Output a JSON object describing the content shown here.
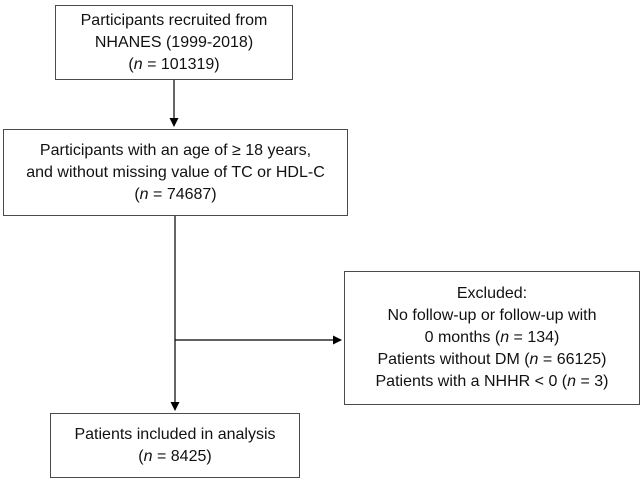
{
  "figure": {
    "background": "#ffffff",
    "border_color": "#4a4a4a",
    "arrow_color": "#000000"
  },
  "boxes": {
    "recruited": {
      "lines": [
        [
          {
            "t": "Participants recruited from"
          }
        ],
        [
          {
            "t": "NHANES (1999-2018)"
          }
        ],
        [
          {
            "t": "("
          },
          {
            "t": "n",
            "i": true
          },
          {
            "t": " = 101319)"
          }
        ]
      ]
    },
    "eligible": {
      "lines": [
        [
          {
            "t": "Participants with an age of ≥ 18 years,"
          }
        ],
        [
          {
            "t": "and without missing value of TC or HDL-C"
          }
        ],
        [
          {
            "t": "("
          },
          {
            "t": "n",
            "i": true
          },
          {
            "t": " = 74687)"
          }
        ]
      ]
    },
    "excluded": {
      "lines": [
        [
          {
            "t": "Excluded:"
          }
        ],
        [
          {
            "t": "No follow-up or follow-up with"
          }
        ],
        [
          {
            "t": "0 months ("
          },
          {
            "t": "n",
            "i": true
          },
          {
            "t": " = 134)"
          }
        ],
        [
          {
            "t": "Patients without DM ("
          },
          {
            "t": "n",
            "i": true
          },
          {
            "t": " = 66125)"
          }
        ],
        [
          {
            "t": "Patients with a NHHR < 0 ("
          },
          {
            "t": "n",
            "i": true
          },
          {
            "t": " = 3)"
          }
        ]
      ]
    },
    "included": {
      "lines": [
        [
          {
            "t": "Patients included in analysis"
          }
        ],
        [
          {
            "t": "("
          },
          {
            "t": "n",
            "i": true
          },
          {
            "t": " = 8425)"
          }
        ]
      ]
    }
  }
}
